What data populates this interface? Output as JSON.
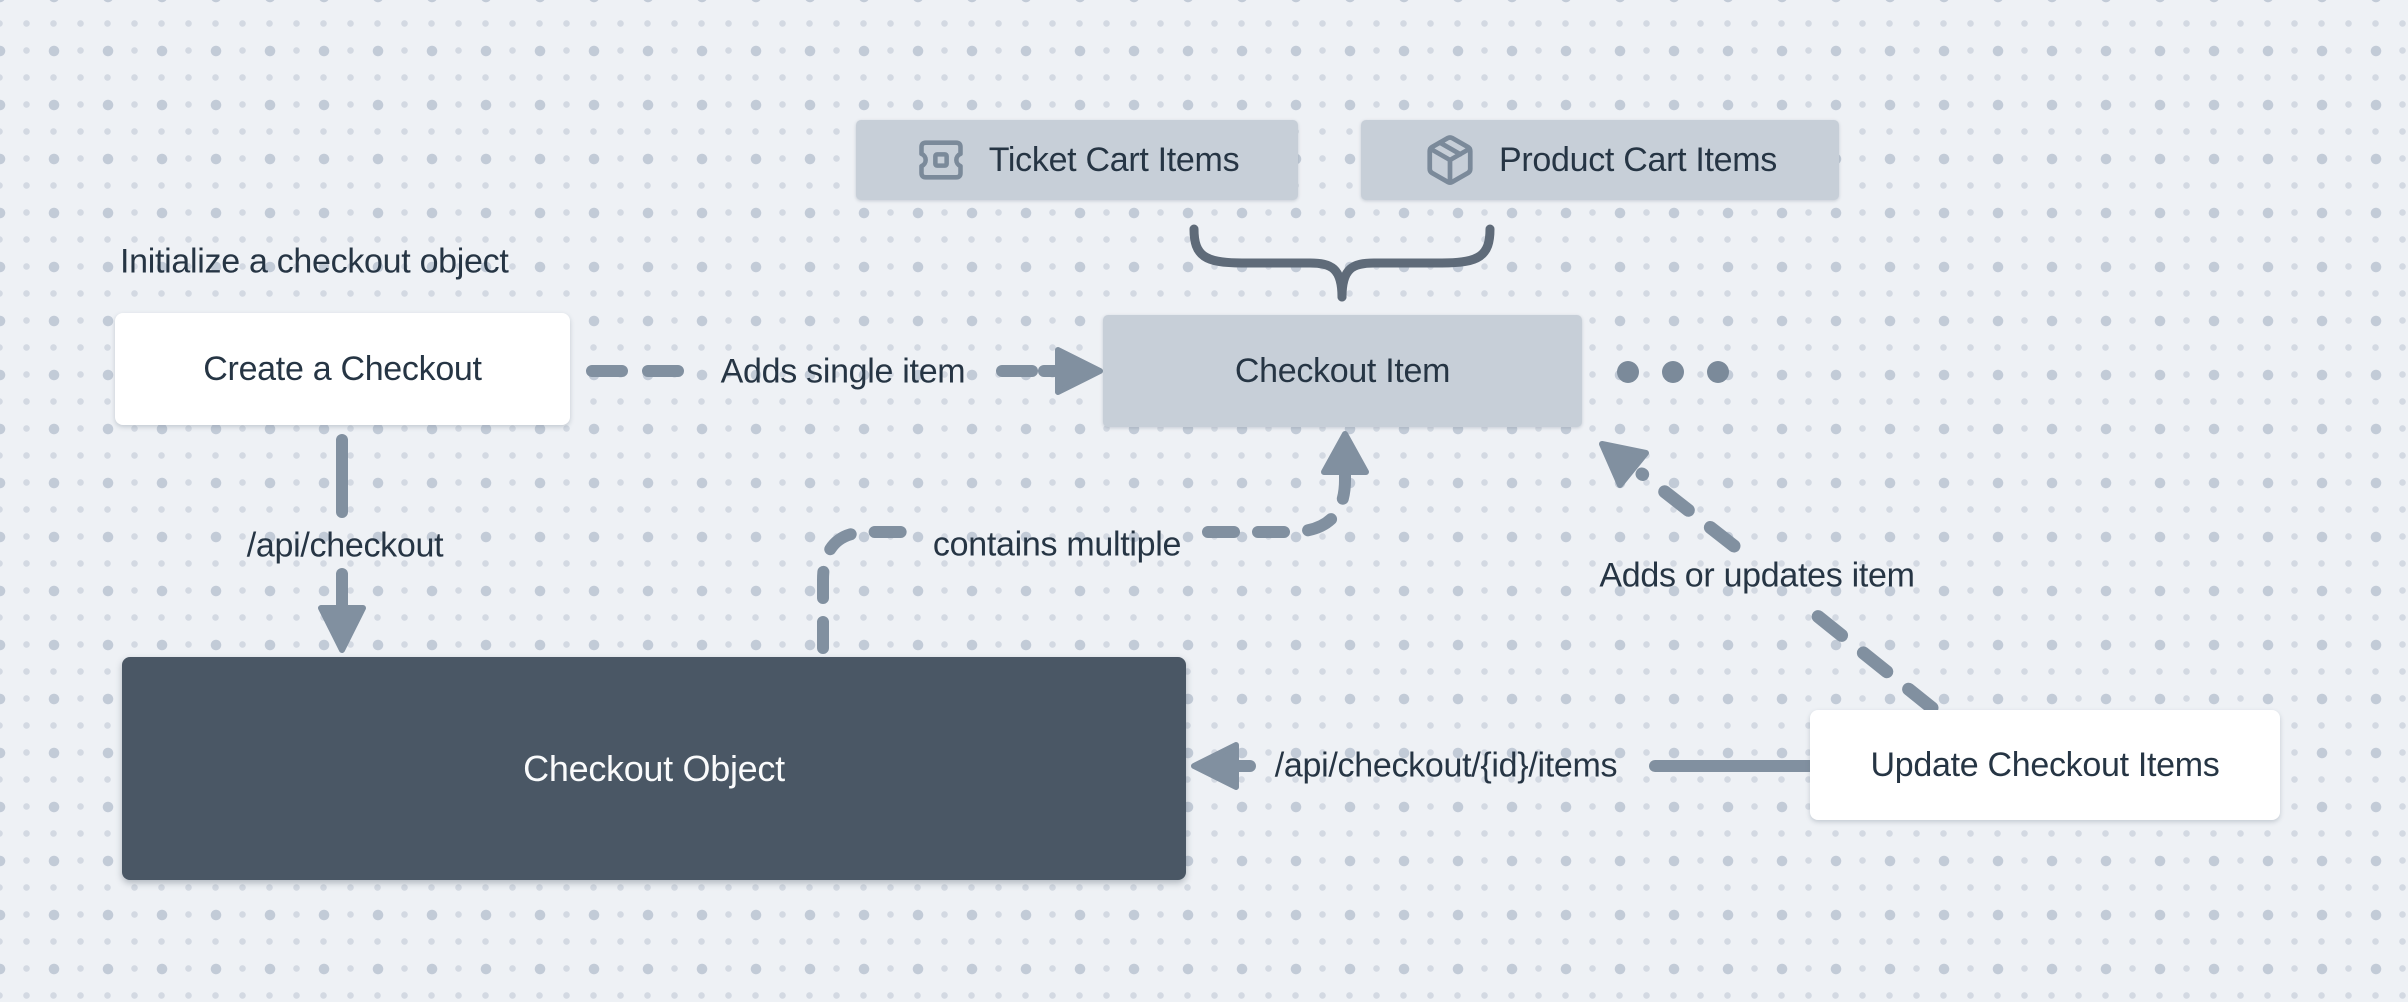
{
  "colors": {
    "background": "#eef1f5",
    "dot_small": "#d3d9e2",
    "dot_large": "#c2cbd7",
    "node_gray_fill": "#c7cfd8",
    "node_dark_fill": "#4a5765",
    "node_white_fill": "#ffffff",
    "text_dark": "#263544",
    "text_on_dark": "#fafbfc",
    "connector_gray": "#8190a0",
    "brace_gray": "#5f6b79"
  },
  "nodes": {
    "ticket": {
      "label": "Ticket Cart Items",
      "icon": "ticket-icon"
    },
    "product": {
      "label": "Product Cart Items",
      "icon": "package-icon"
    },
    "create": {
      "label": "Create a Checkout"
    },
    "item": {
      "label": "Checkout Item"
    },
    "object": {
      "label": "Checkout Object"
    },
    "update": {
      "label": "Update Checkout Items"
    }
  },
  "labels": {
    "initialize": "Initialize a checkout object",
    "adds_single": "Adds single item",
    "api_checkout": "/api/checkout",
    "contains_multiple": "contains multiple",
    "adds_or_updates": "Adds or updates item",
    "api_checkout_items": "/api/checkout/{id}/items"
  },
  "icons": {
    "ticket": "ticket-icon",
    "package": "package-icon",
    "ellipsis": "ellipsis-icon"
  }
}
